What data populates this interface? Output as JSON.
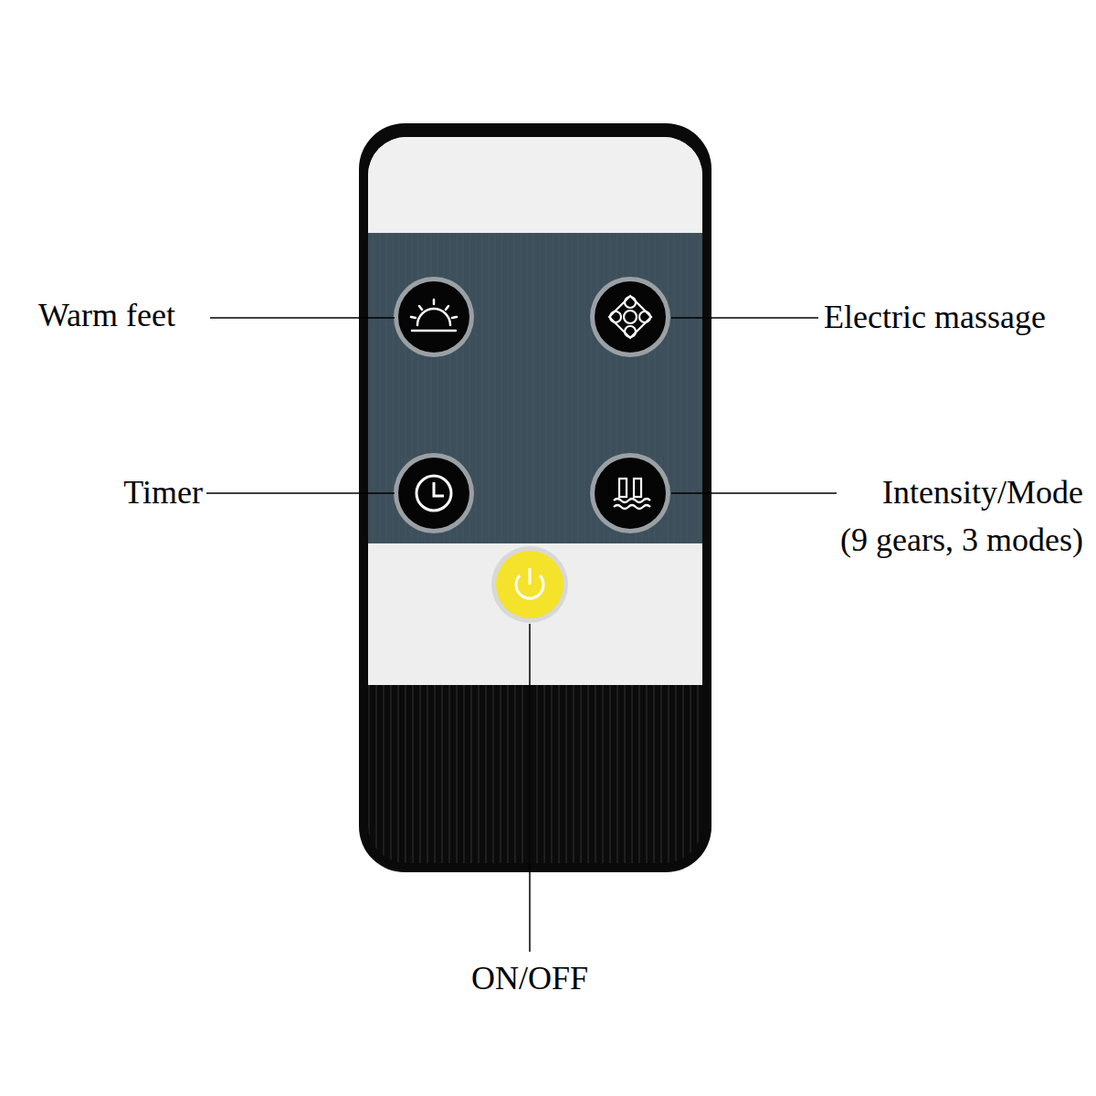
{
  "diagram": {
    "labels": [
      "Warm feet",
      "Electric massage",
      "Timer",
      "Intensity/Mode",
      "(9 gears, 3 modes)",
      "ON/OFF"
    ]
  }
}
